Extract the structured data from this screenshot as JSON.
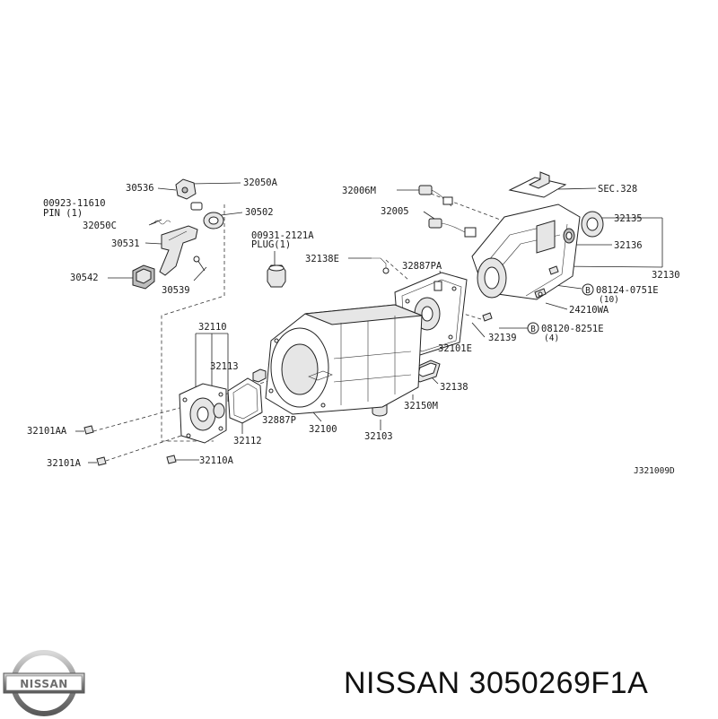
{
  "diagram": {
    "ref_code": "J321009D",
    "labels": [
      {
        "id": "p30536",
        "text": "30536"
      },
      {
        "id": "p32050a",
        "text": "32050A"
      },
      {
        "id": "p00923a",
        "text": "00923-11610"
      },
      {
        "id": "p00923b",
        "text": "PIN (1)"
      },
      {
        "id": "p32050c",
        "text": "32050C"
      },
      {
        "id": "p30502",
        "text": "30502"
      },
      {
        "id": "p30531",
        "text": "30531"
      },
      {
        "id": "p30542",
        "text": "30542"
      },
      {
        "id": "p30539",
        "text": "30539"
      },
      {
        "id": "p00931a",
        "text": "00931-2121A"
      },
      {
        "id": "p00931b",
        "text": "PLUG(1)"
      },
      {
        "id": "p32006m",
        "text": "32006M"
      },
      {
        "id": "p32005",
        "text": "32005"
      },
      {
        "id": "psec",
        "text": "SEC.328"
      },
      {
        "id": "p32135",
        "text": "32135"
      },
      {
        "id": "p32136",
        "text": "32136"
      },
      {
        "id": "p32130",
        "text": "32130"
      },
      {
        "id": "p32138e",
        "text": "32138E"
      },
      {
        "id": "p32887pa",
        "text": "32887PA"
      },
      {
        "id": "p08124",
        "text": "08124-0751E"
      },
      {
        "id": "p08124q",
        "text": "(10)"
      },
      {
        "id": "p24210wa",
        "text": "24210WA"
      },
      {
        "id": "p08120",
        "text": "08120-8251E"
      },
      {
        "id": "p08120q",
        "text": "(4)"
      },
      {
        "id": "p32139",
        "text": "32139"
      },
      {
        "id": "p32101e",
        "text": "32101E"
      },
      {
        "id": "p32138",
        "text": "32138"
      },
      {
        "id": "p32150m",
        "text": "32150M"
      },
      {
        "id": "p32110",
        "text": "32110"
      },
      {
        "id": "p32113",
        "text": "32113"
      },
      {
        "id": "p32887p",
        "text": "32887P"
      },
      {
        "id": "p32100",
        "text": "32100"
      },
      {
        "id": "p32103",
        "text": "32103"
      },
      {
        "id": "p32112",
        "text": "32112"
      },
      {
        "id": "p32101aa",
        "text": "32101AA"
      },
      {
        "id": "p32101a",
        "text": "32101A"
      },
      {
        "id": "p32110a",
        "text": "32110A"
      }
    ],
    "bolt_marker": "B"
  },
  "brand": {
    "logo_text": "NISSAN",
    "part_title": "NISSAN 3050269F1A",
    "logo_color": "#6d6d6d"
  }
}
